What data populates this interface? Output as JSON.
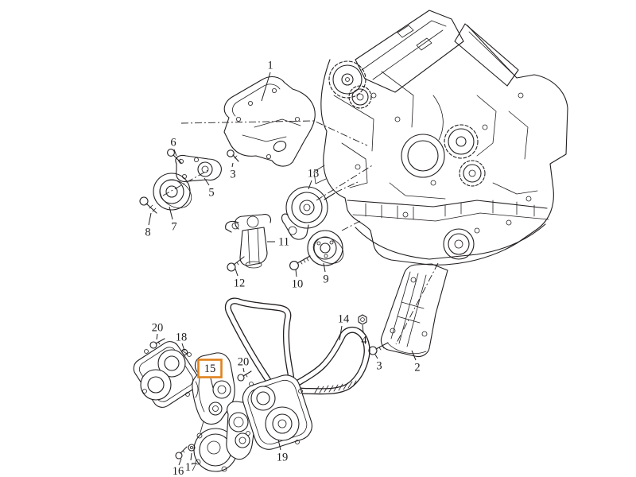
{
  "diagram": {
    "kind": "exploded-parts-diagram",
    "background_color": "#ffffff",
    "line_color": "#231f20",
    "highlight_border_color": "#e0821c",
    "selected_callout": "15",
    "callouts": [
      {
        "number": "1"
      },
      {
        "number": "6"
      },
      {
        "number": "3"
      },
      {
        "number": "5"
      },
      {
        "number": "7"
      },
      {
        "number": "8"
      },
      {
        "number": "13"
      },
      {
        "number": "11"
      },
      {
        "number": "12"
      },
      {
        "number": "10"
      },
      {
        "number": "9"
      },
      {
        "number": "14"
      },
      {
        "number": "4"
      },
      {
        "number": "3"
      },
      {
        "number": "2"
      },
      {
        "number": "20"
      },
      {
        "number": "18"
      },
      {
        "number": "15",
        "highlighted": true
      },
      {
        "number": "20"
      },
      {
        "number": "19"
      },
      {
        "number": "16"
      },
      {
        "number": "17"
      }
    ]
  }
}
